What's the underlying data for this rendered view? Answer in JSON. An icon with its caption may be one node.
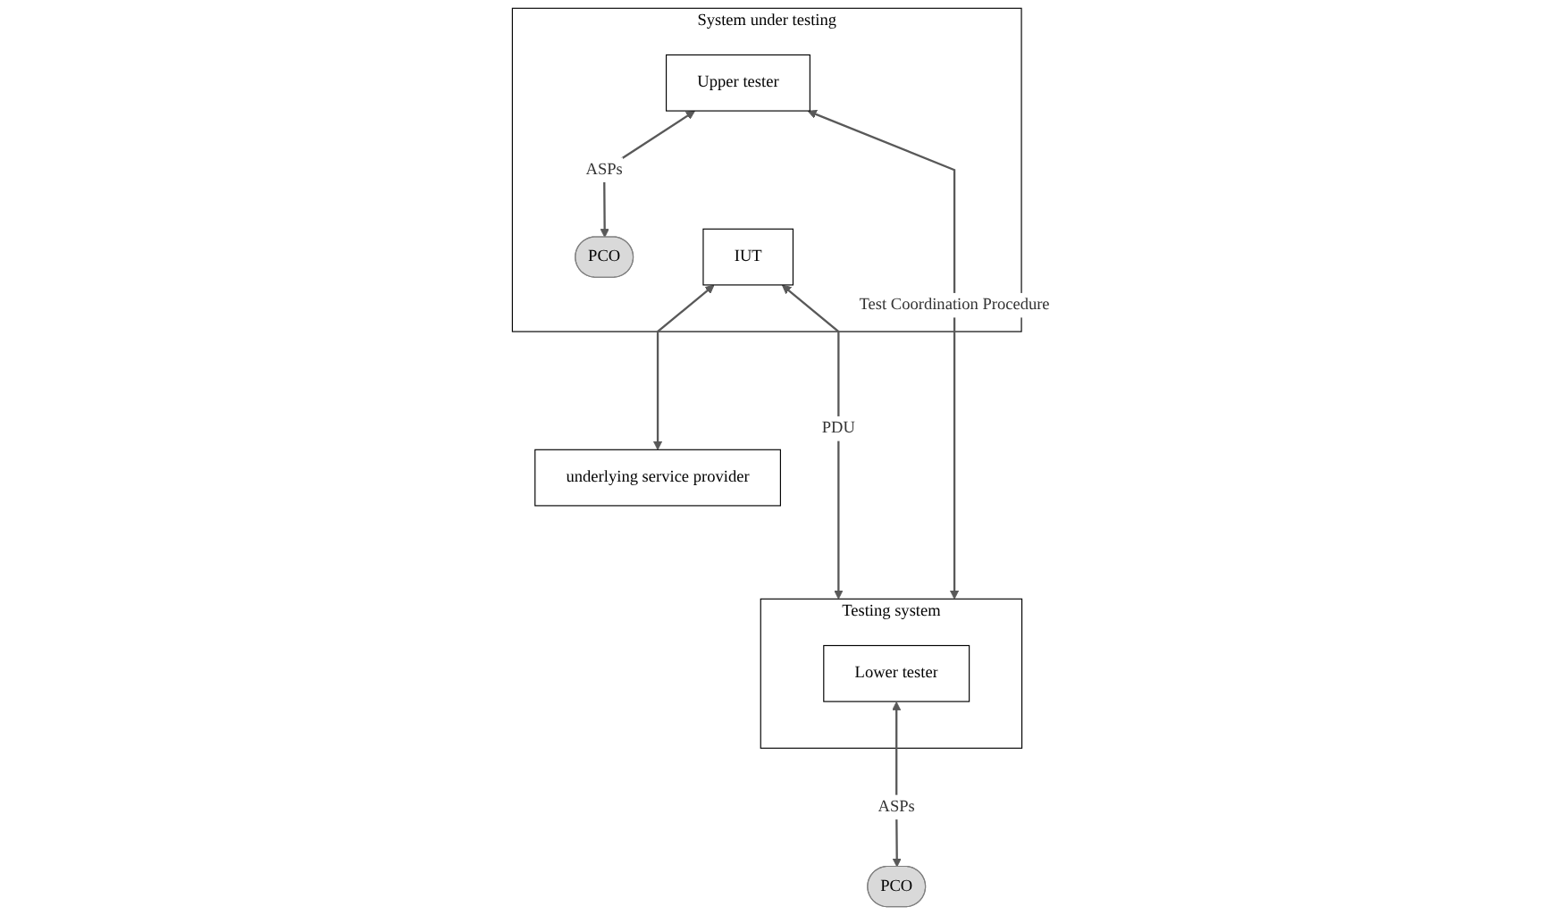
{
  "diagram": {
    "nodes": [
      {
        "text": [
          "System under testing"
        ]
      },
      {
        "text": [
          "Upper tester"
        ],
        "in": 0
      },
      {
        "text": [
          "PCO"
        ],
        "in": 0
      },
      {
        "text": [
          "IUT"
        ],
        "in": 0
      },
      {
        "text": [
          "Testing system"
        ]
      },
      {
        "text": [
          "Lower tester"
        ],
        "in": 4
      },
      {
        "text": [
          "PCO"
        ]
      },
      {
        "text": [
          "underlying service provider"
        ]
      }
    ],
    "edges": [
      {
        "from": 1,
        "to": 4,
        "arrow": "both",
        "label": "Test Coordination Procedure"
      },
      {
        "from": 1,
        "to": 2,
        "arrow": "both",
        "label": "ASPs"
      },
      {
        "from": 3,
        "to": 4,
        "arrow": "both",
        "label": "PDU"
      },
      {
        "from": 3,
        "to": 7,
        "arrow": "both"
      },
      {
        "from": 5,
        "to": 6,
        "arrow": "both",
        "label": "ASPs"
      }
    ]
  }
}
